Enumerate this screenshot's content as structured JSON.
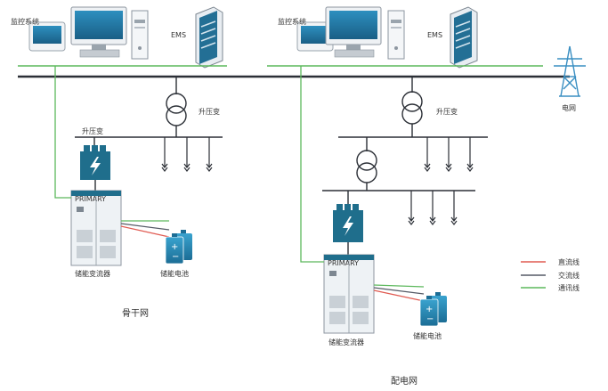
{
  "left_site": {
    "monitor_label": "监控系统",
    "ems_label": "EMS",
    "transformer_top_label": "升压变",
    "transformer_bus_label": "升压变",
    "pcs_label": "储能变流器",
    "battery_label": "储能电池",
    "section_label": "骨干网"
  },
  "right_site": {
    "monitor_label": "监控系统",
    "ems_label": "EMS",
    "transformer_top_label": "升压变",
    "pcs_label": "储能变流器",
    "battery_label": "储能电池",
    "section_label": "配电网"
  },
  "grid_label": "电网",
  "legend": [
    {
      "label": "直流线",
      "color": "#e05b52"
    },
    {
      "label": "交流线",
      "color": "#555a66"
    },
    {
      "label": "通讯线",
      "color": "#5cb85c"
    }
  ],
  "colors": {
    "ac_line": "#2b2f36",
    "dc_line": "#e05b52",
    "comm_line": "#5cb85c",
    "device_teal": "#1f6e8c",
    "device_light": "#dfe7ee"
  },
  "pcs_brand": "PRIMARY"
}
